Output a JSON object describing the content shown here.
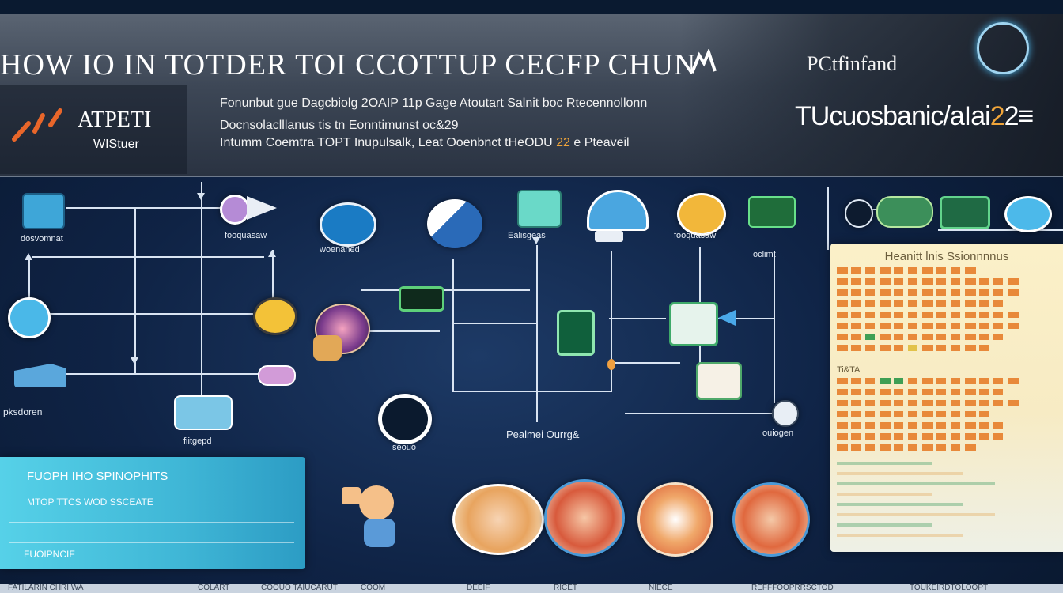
{
  "header": {
    "title": "HOW IO IN TOTDER TOI CCOTTUP CECFP CHUN",
    "brand_right": "PCtfinfand",
    "logo_name": "ATPETI",
    "logo_sub": "WIStuer",
    "line1": "Fonunbut gue Dagcbiolg 2OAIP 11p Gage Atoutart Salnit boc Rtecennollonn",
    "line2": "Docnsolaclllanus tis tn Eonntimunst oc&29",
    "line3": "Intumm Coemtra TOPT Inupulsalk, Leat Ooenbnct tHeODU",
    "line3_highlight": "22",
    "line3_end": "e Pteaveil",
    "big_number_main": "TUcuosbanic/aIai",
    "big_number_highlight": "2",
    "big_number_end": "2≡"
  },
  "nodes": {
    "n1": "dosvomnat",
    "n2": "fooquasaw",
    "n3": "woenaned",
    "n4": "Ealisgeas",
    "n5": "fooquasaw",
    "n6": "oclimt",
    "n7": "pksdoren",
    "n8": "fiitgepd",
    "n9": "seouo",
    "n10": "Pealmei Ourrg&",
    "n11": "ouiogen"
  },
  "cyan_panel": {
    "title": "FUOPH IHO SPINOPHITS",
    "subtitle": "MTOP TTCS WOD SSCEATE",
    "footer": "FUOIPNCIF"
  },
  "cream_panel": {
    "title": "Heanitt lnis Ssionnnnus",
    "mid_label": "Ti&TA",
    "colors": {
      "orange": "#e8893a",
      "green": "#3f9f54",
      "yellow": "#e2c24a"
    }
  },
  "bottom_strip": [
    "FATILARIN CHRI WA",
    "COLART",
    "COOUO TAIUCARUT",
    "DEEIF",
    "COOM",
    "RICET",
    "NIECE",
    "REFFFOOPRRSCTOD",
    "TOUKEIRDTOLOOPT"
  ],
  "colors": {
    "background": "#0f2345",
    "header": "#3d4756",
    "cyan": "#3fb6d6",
    "cream": "#f7ebc4",
    "accent_orange": "#f0a53a"
  }
}
